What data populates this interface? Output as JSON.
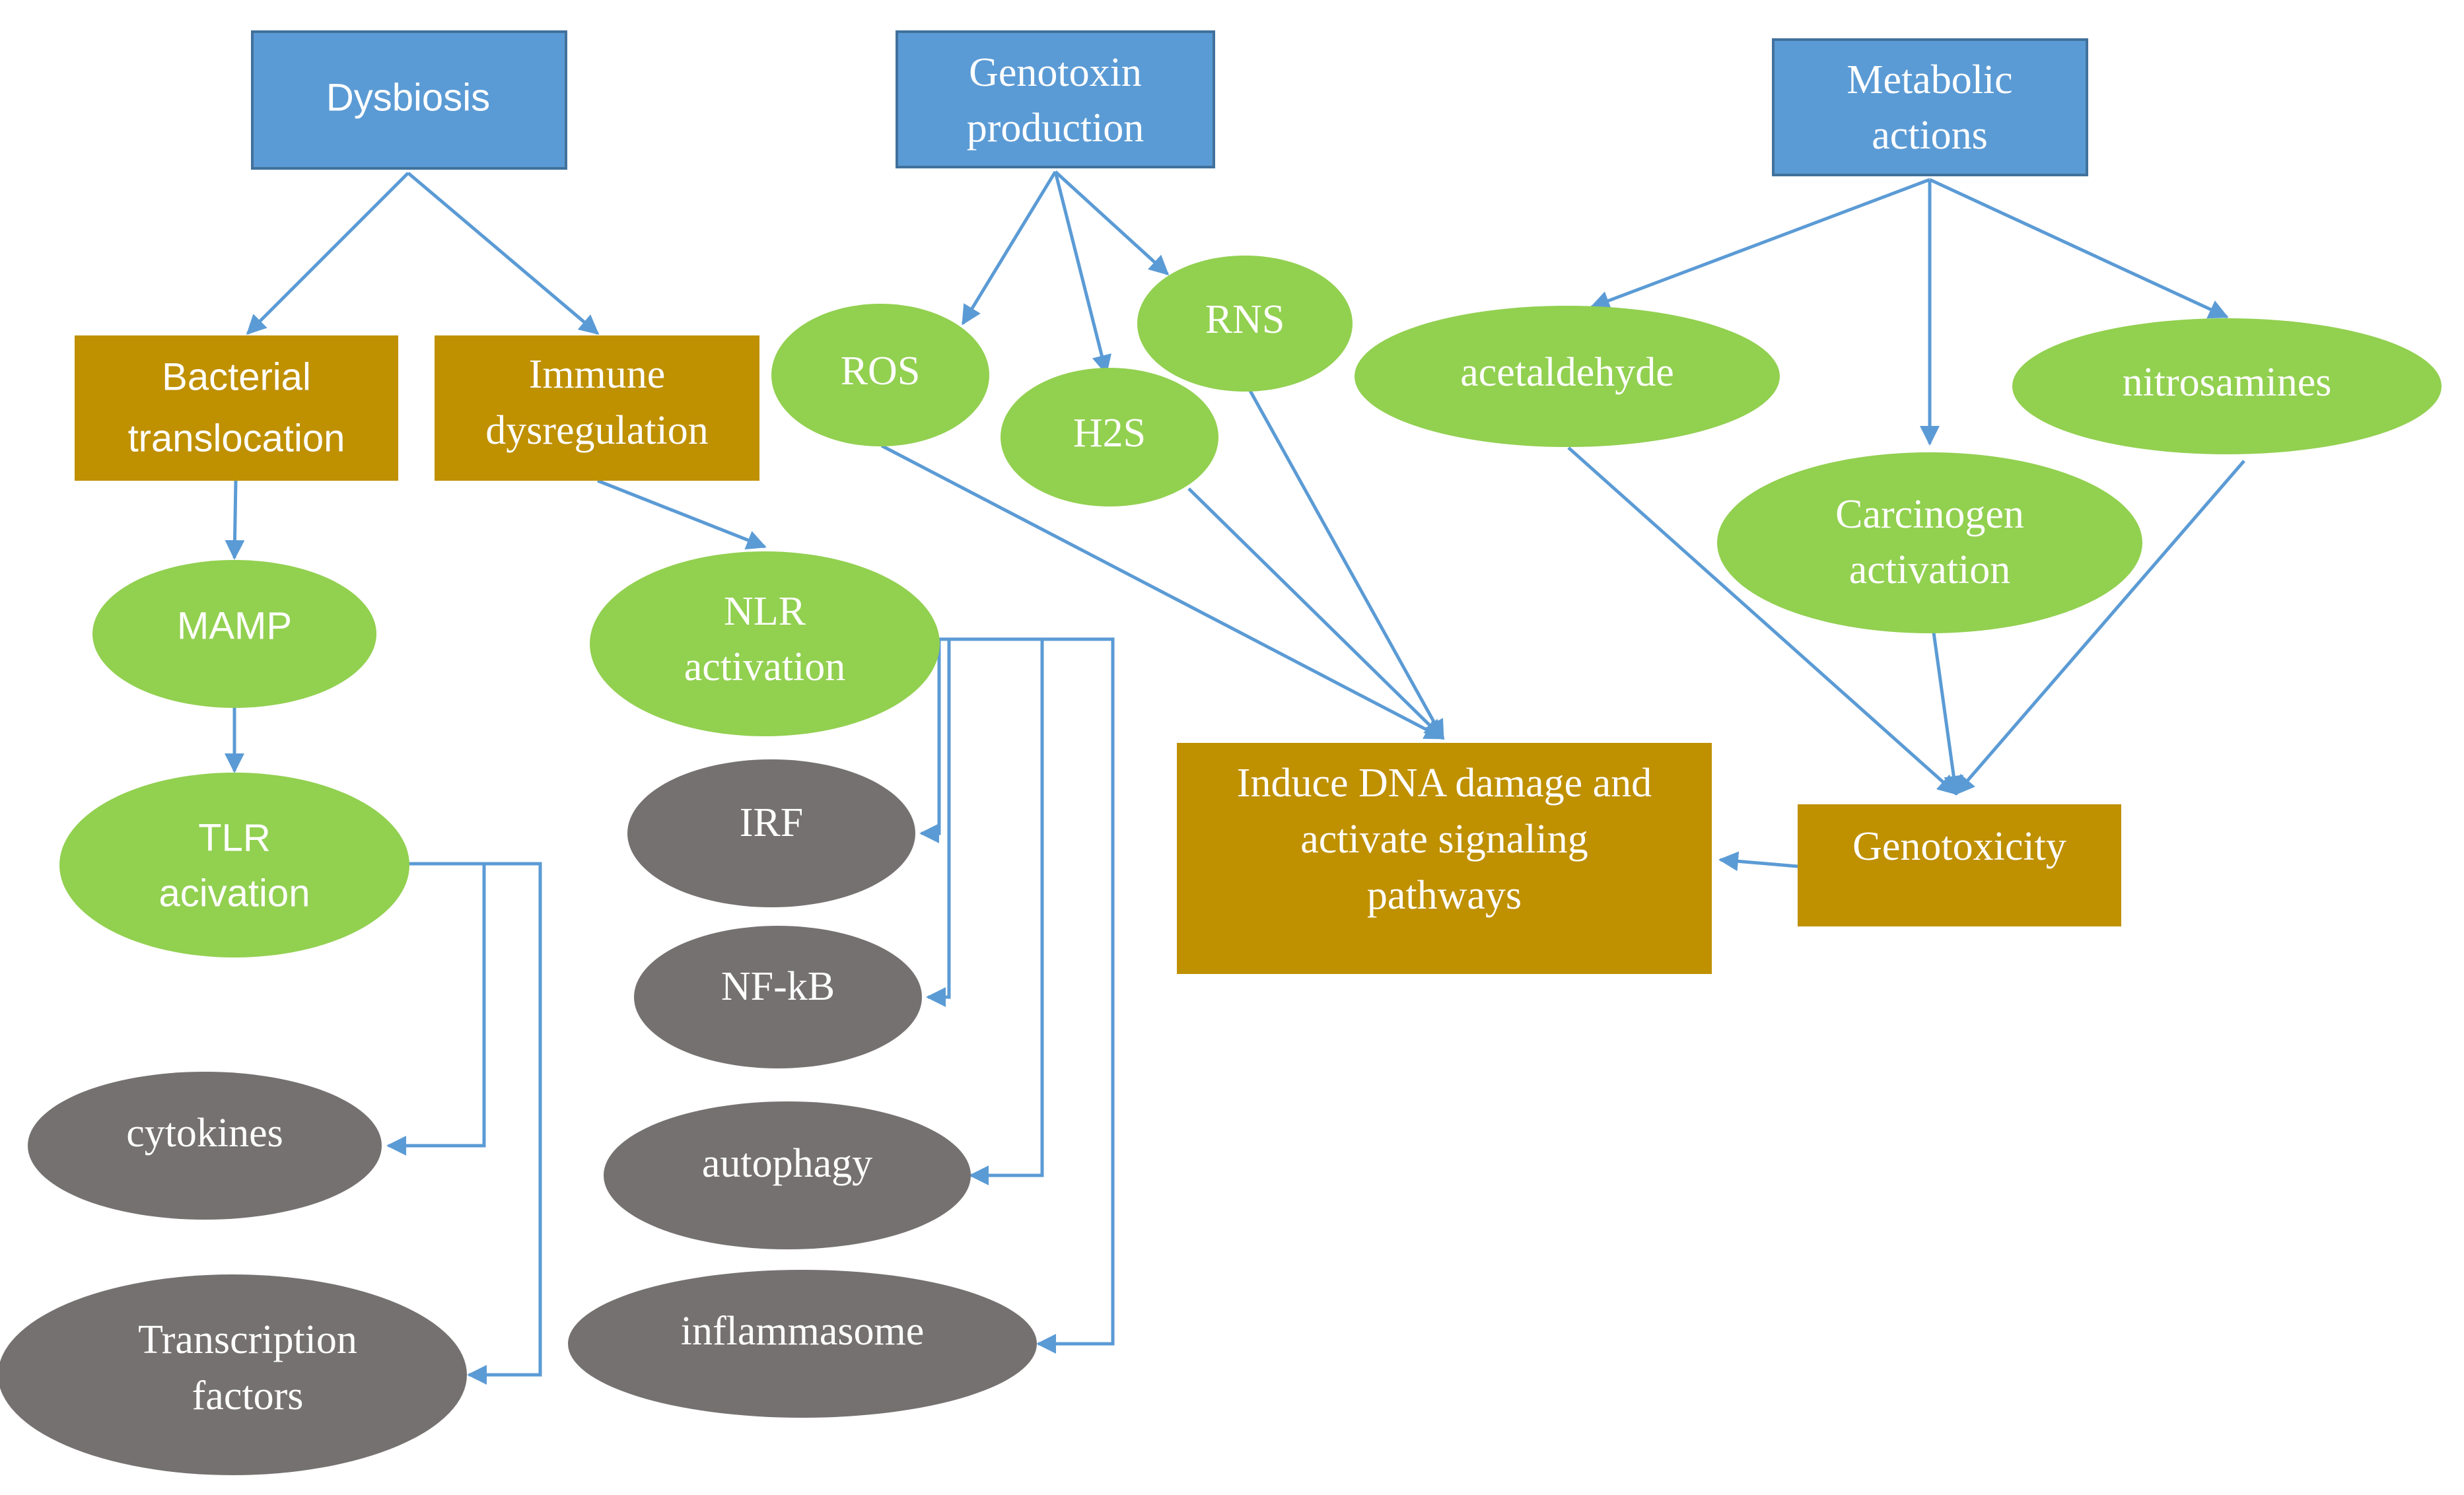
{
  "colors": {
    "source_box": "#5b9bd5",
    "intermediate_box": "#bf9000",
    "green_node": "#92d050",
    "gray_node": "#767171",
    "arrow": "#5b9bd5",
    "text": "#ffffff"
  },
  "nodes": {
    "dysbiosis": "Dysbiosis",
    "genotoxin": [
      "Genotoxin",
      "production"
    ],
    "metabolic": [
      "Metabolic",
      "actions"
    ],
    "bacterial": [
      "Bacterial",
      "translocation"
    ],
    "immune": [
      "Immune",
      "dysregulation"
    ],
    "ros": "ROS",
    "h2s": "H2S",
    "rns": "RNS",
    "acetaldehyde": "acetaldehyde",
    "nitrosamines": "nitrosamines",
    "carcinogen": [
      "Carcinogen",
      "activation"
    ],
    "mamp": "MAMP",
    "tlr": [
      "TLR",
      "acivation"
    ],
    "nlr": [
      "NLR",
      "activation"
    ],
    "irf": "IRF",
    "nfkb": "NF-kB",
    "autophagy": "autophagy",
    "inflammasome": "inflammasome",
    "cytokines": "cytokines",
    "transcription": [
      "Transcription",
      "factors"
    ],
    "dna_damage": [
      "Induce DNA damage and",
      "activate signaling",
      "pathways"
    ],
    "genotoxicity": "Genotoxicity"
  }
}
